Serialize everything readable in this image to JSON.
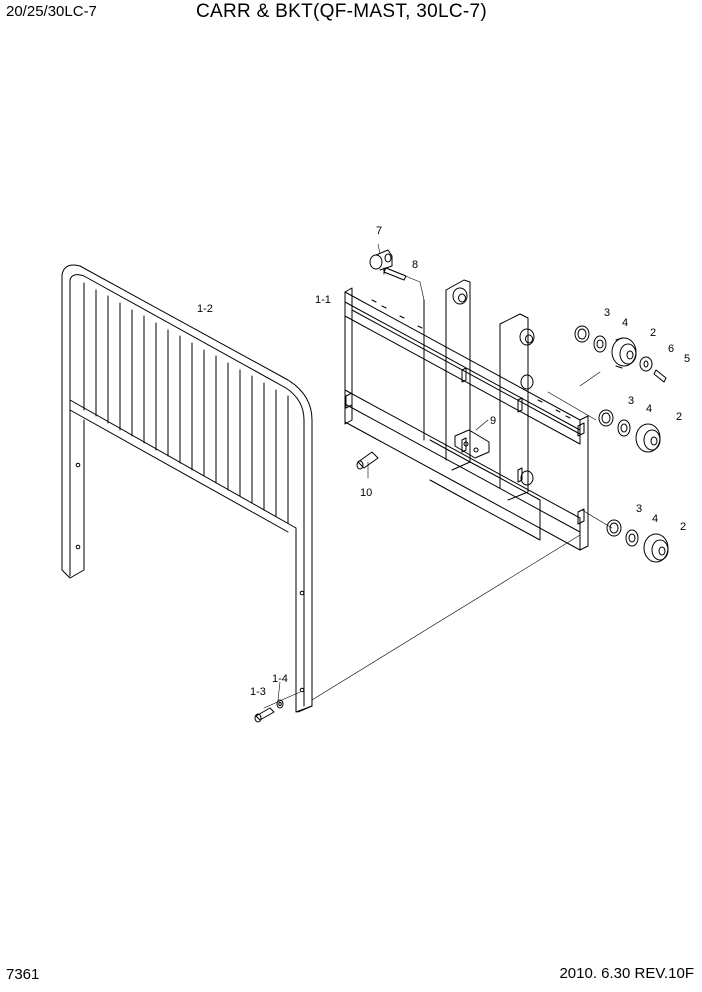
{
  "header": {
    "model": "20/25/30LC-7",
    "title": "CARR & BKT(QF-MAST, 30LC-7)"
  },
  "footer": {
    "page_number": "7361",
    "date_rev": "2010. 6.30  REV.10F"
  },
  "callouts": {
    "c1_1": "1-1",
    "c1_2": "1-2",
    "c1_3": "1-3",
    "c1_4": "1-4",
    "c2a": "2",
    "c2b": "2",
    "c2c": "2",
    "c3a": "3",
    "c3b": "3",
    "c3c": "3",
    "c4a": "4",
    "c4b": "4",
    "c4c": "4",
    "c5": "5",
    "c6": "6",
    "c7": "7",
    "c8": "8",
    "c9": "9",
    "c10": "10"
  }
}
